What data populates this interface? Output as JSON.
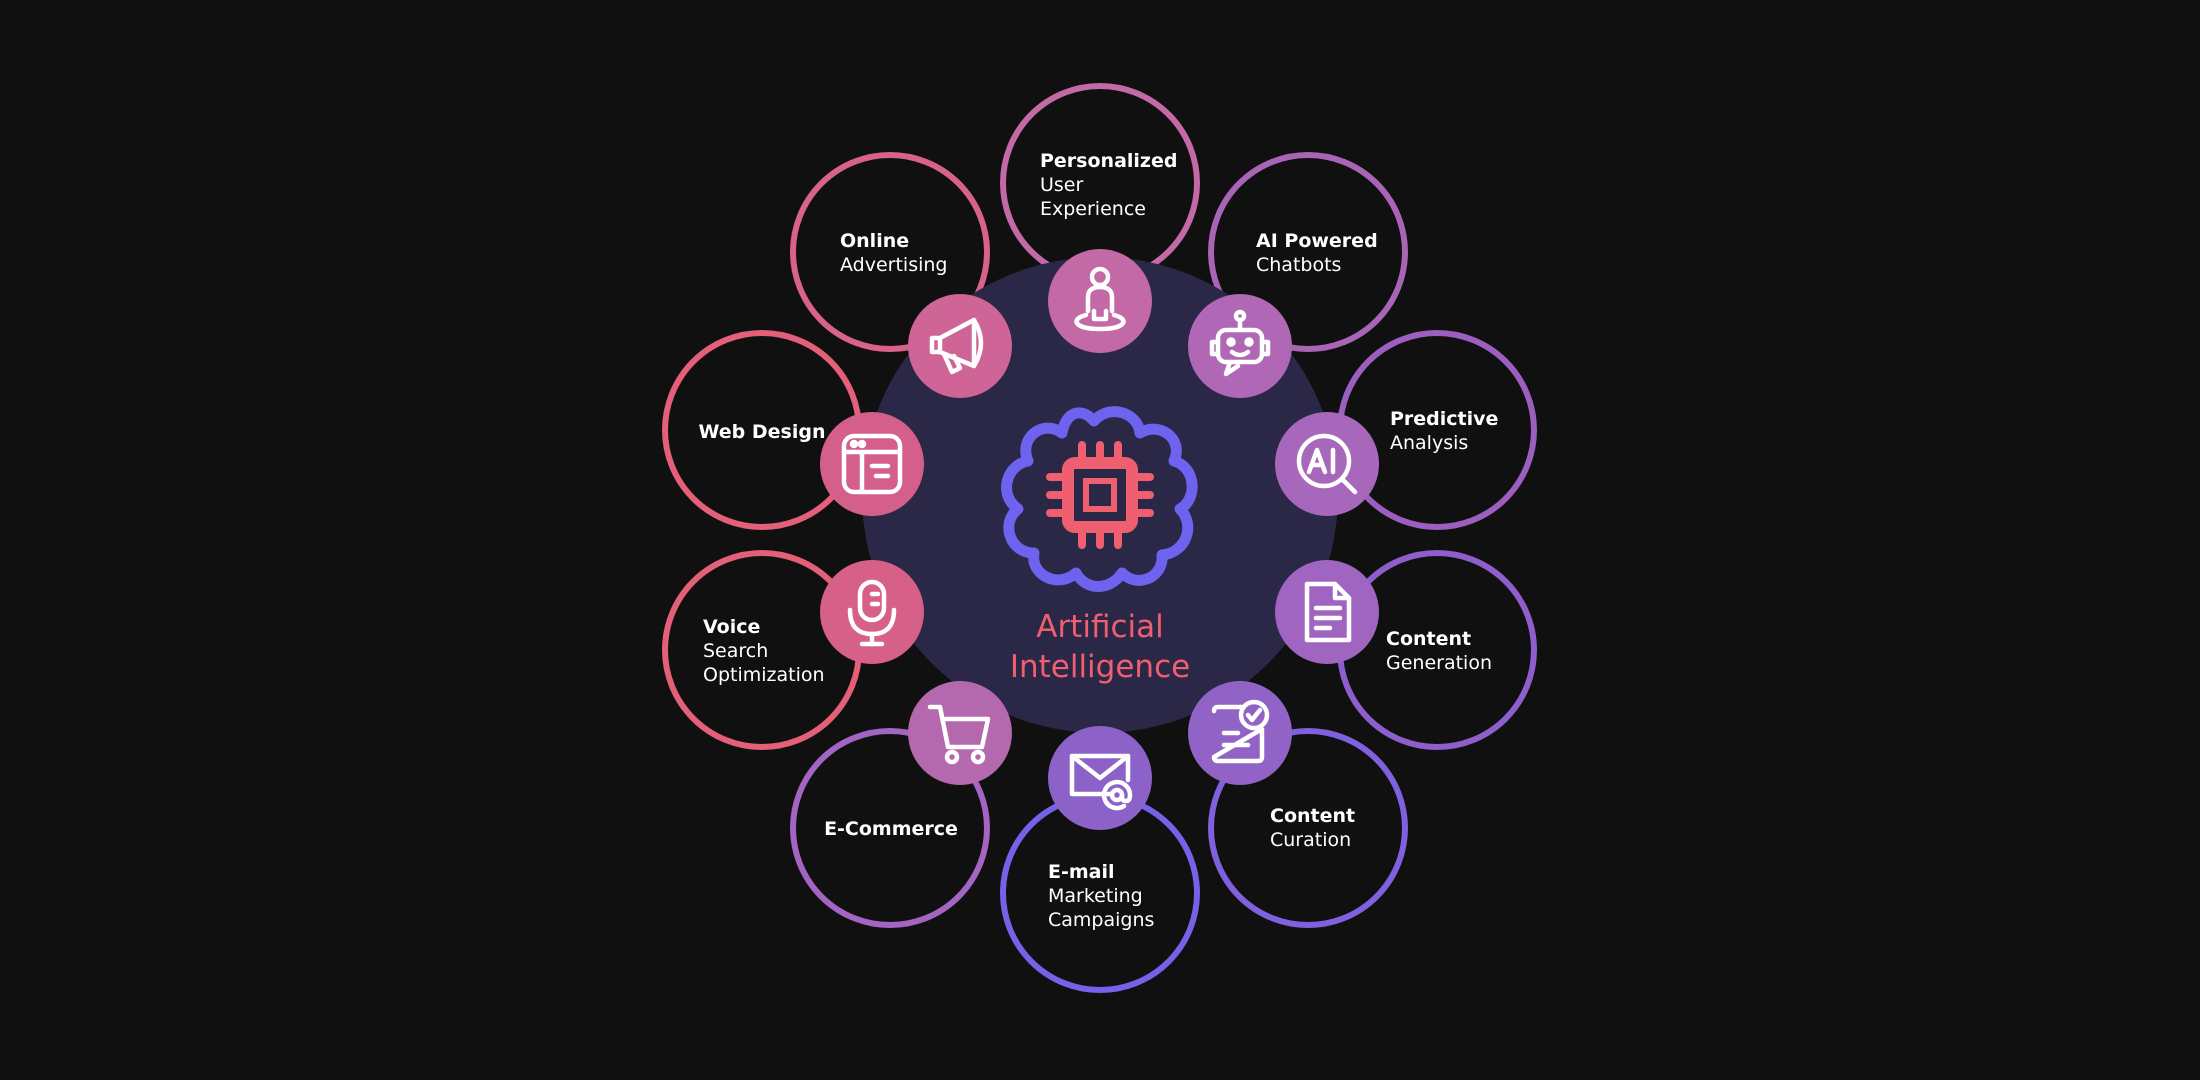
{
  "center": {
    "title_line1": "Artificial",
    "title_line2": "Intelligence",
    "icon": "brain-chip-icon"
  },
  "colors": {
    "background": "#101010",
    "hub": "#2a2747",
    "title": "#ef5f6f",
    "chip": "#ef5f6f",
    "brain_outline": "#6d63ee"
  },
  "nodes": [
    {
      "id": "personalized-user-experience",
      "bold": "Personalized",
      "lines": [
        "User",
        "Experience"
      ],
      "icon": "user-location-icon",
      "ring_color": "#c36aa6",
      "badge_color": "#c269a6"
    },
    {
      "id": "ai-powered-chatbots",
      "bold": "AI Powered",
      "lines": [
        "Chatbots"
      ],
      "icon": "robot-icon",
      "ring_color": "#a964b6",
      "badge_color": "#b068b6"
    },
    {
      "id": "predictive-analysis",
      "bold": "Predictive",
      "lines": [
        "Analysis"
      ],
      "icon": "ai-magnifier-icon",
      "ring_color": "#9c5fc0",
      "badge_color": "#a767bb"
    },
    {
      "id": "content-generation",
      "bold": "Content",
      "lines": [
        "Generation"
      ],
      "icon": "document-icon",
      "ring_color": "#8e5fcc",
      "badge_color": "#a065c0"
    },
    {
      "id": "content-curation",
      "bold": "Content",
      "lines": [
        "Curation"
      ],
      "icon": "checklist-icon",
      "ring_color": "#7f60de",
      "badge_color": "#9263c7"
    },
    {
      "id": "email-marketing-campaigns",
      "bold": "E-mail",
      "lines": [
        "Marketing",
        "Campaigns"
      ],
      "icon": "email-at-icon",
      "ring_color": "#7463e8",
      "badge_color": "#8c62c8"
    },
    {
      "id": "e-commerce",
      "bold": "E-Commerce",
      "lines": [],
      "icon": "shopping-cart-icon",
      "ring_color": "#a364c2",
      "badge_color": "#b468ad"
    },
    {
      "id": "voice-search-optimization",
      "bold": "Voice",
      "lines": [
        "Search",
        "Optimization"
      ],
      "icon": "microphone-icon",
      "ring_color": "#e45f78",
      "badge_color": "#d66087"
    },
    {
      "id": "web-design",
      "bold": "Web Design",
      "lines": [],
      "icon": "web-layout-icon",
      "ring_color": "#e4607a",
      "badge_color": "#d45f8a"
    },
    {
      "id": "online-advertising",
      "bold": "Online",
      "lines": [
        "Advertising"
      ],
      "icon": "megaphone-icon",
      "ring_color": "#d8628c",
      "badge_color": "#cf6497"
    }
  ]
}
